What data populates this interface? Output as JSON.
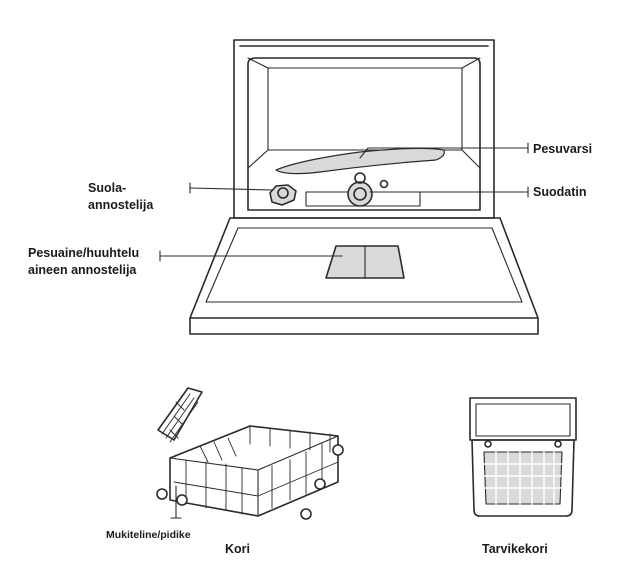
{
  "labels": {
    "pesuvarsi": "Pesuvarsi",
    "suodatin": "Suodatin",
    "suola_line1": "Suola-",
    "suola_line2": "annostelija",
    "pesuaine_line1": "Pesuaine/huuhtelu",
    "pesuaine_line2": "aineen annostelija",
    "mukiteline": "Mukiteline/pidike",
    "kori": "Kori",
    "tarvikekori": "Tarvikekori"
  },
  "colors": {
    "line": "#2a2a2a",
    "part_fill": "#d9d9d9",
    "background": "#ffffff"
  }
}
